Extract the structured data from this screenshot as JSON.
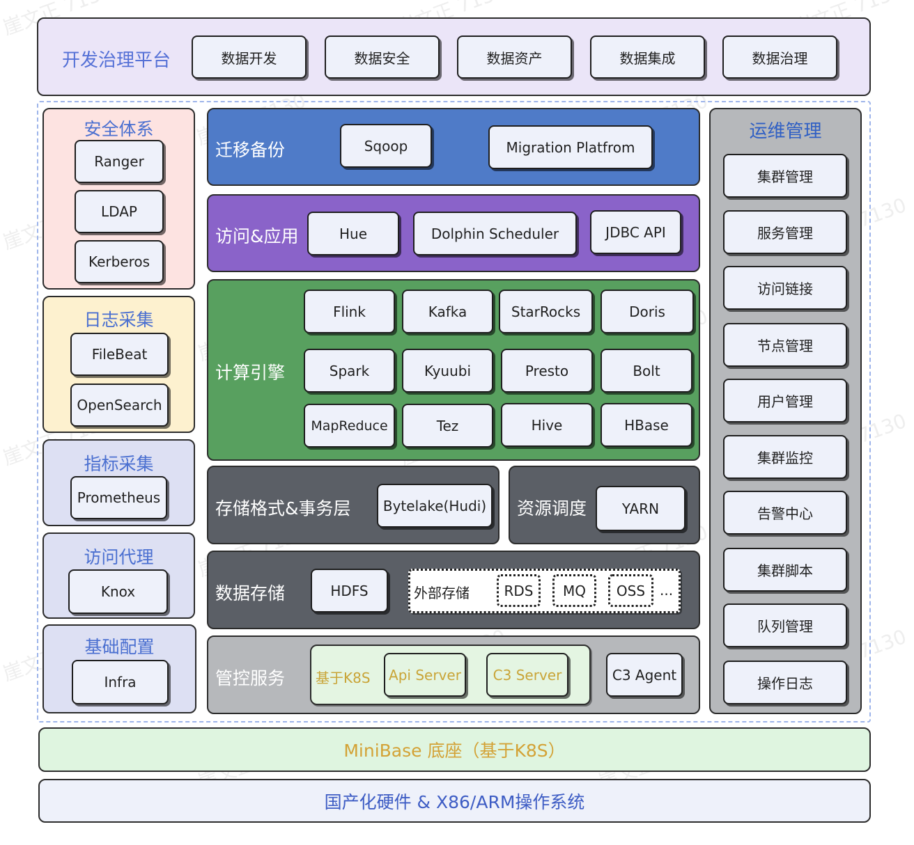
{
  "top": {
    "title": "开发治理平台",
    "items": [
      "数据开发",
      "数据安全",
      "数据资产",
      "数据集成",
      "数据治理"
    ]
  },
  "left": {
    "security": {
      "title": "安全体系",
      "items": [
        "Ranger",
        "LDAP",
        "Kerberos"
      ]
    },
    "logging": {
      "title": "日志采集",
      "items": [
        "FileBeat",
        "OpenSearch"
      ]
    },
    "metrics": {
      "title": "指标采集",
      "items": [
        "Prometheus"
      ]
    },
    "proxy": {
      "title": "访问代理",
      "items": [
        "Knox"
      ]
    },
    "config": {
      "title": "基础配置",
      "items": [
        "Infra"
      ]
    }
  },
  "center": {
    "migration": {
      "title": "迁移备份",
      "items": [
        "Sqoop",
        "Migration Platfrom"
      ]
    },
    "access": {
      "title": "访问&应用",
      "items": [
        "Hue",
        "Dolphin Scheduler",
        "JDBC API"
      ]
    },
    "compute": {
      "title": "计算引擎",
      "items": [
        "Flink",
        "Kafka",
        "StarRocks",
        "Doris",
        "Spark",
        "Kyuubi",
        "Presto",
        "Bolt",
        "MapReduce",
        "Tez",
        "Hive",
        "HBase"
      ]
    },
    "storage_format": {
      "title": "存储格式&事务层",
      "items": [
        "Bytelake(Hudi)"
      ]
    },
    "scheduling": {
      "title": "资源调度",
      "items": [
        "YARN"
      ]
    },
    "data_storage": {
      "title": "数据存储",
      "hdfs": "HDFS",
      "external_label": "外部存储",
      "external_items": [
        "RDS",
        "MQ",
        "OSS"
      ],
      "ellipsis": "..."
    },
    "control": {
      "title": "管控服务",
      "k8s_label": "基于K8S",
      "k8s_items": [
        "Api Server",
        "C3 Server"
      ],
      "agent": "C3 Agent"
    }
  },
  "right": {
    "title": "运维管理",
    "items": [
      "集群管理",
      "服务管理",
      "访问链接",
      "节点管理",
      "用户管理",
      "集群监控",
      "告警中心",
      "集群脚本",
      "队列管理",
      "操作日志"
    ]
  },
  "base": {
    "minibase": "MiniBase 底座（基于K8S）",
    "hardware": "国产化硬件 & X86/ARM操作系统"
  },
  "watermark": "崖文正 7130",
  "colors": {
    "top_bg": "#ebe5f8",
    "top_title": "#5470d6",
    "security_bg": "#fde3e1",
    "logging_bg": "#fdf1cf",
    "metrics_bg": "#dde0f3",
    "left_title": "#4a6fd0",
    "migration_bg": "#4f7bc8",
    "access_bg": "#8a63c9",
    "compute_bg": "#58a05f",
    "dark_bg": "#5b5f66",
    "control_bg": "#b6b8bb",
    "k8s_bg": "#e4f5e2",
    "k8s_text": "#c9a437",
    "right_bg": "#b6b8bb",
    "right_title": "#2f5fc4",
    "minibase_bg": "#dff5e0",
    "minibase_text": "#d3a236",
    "hardware_bg": "#eef1fa",
    "hardware_text": "#3d5cc4"
  }
}
